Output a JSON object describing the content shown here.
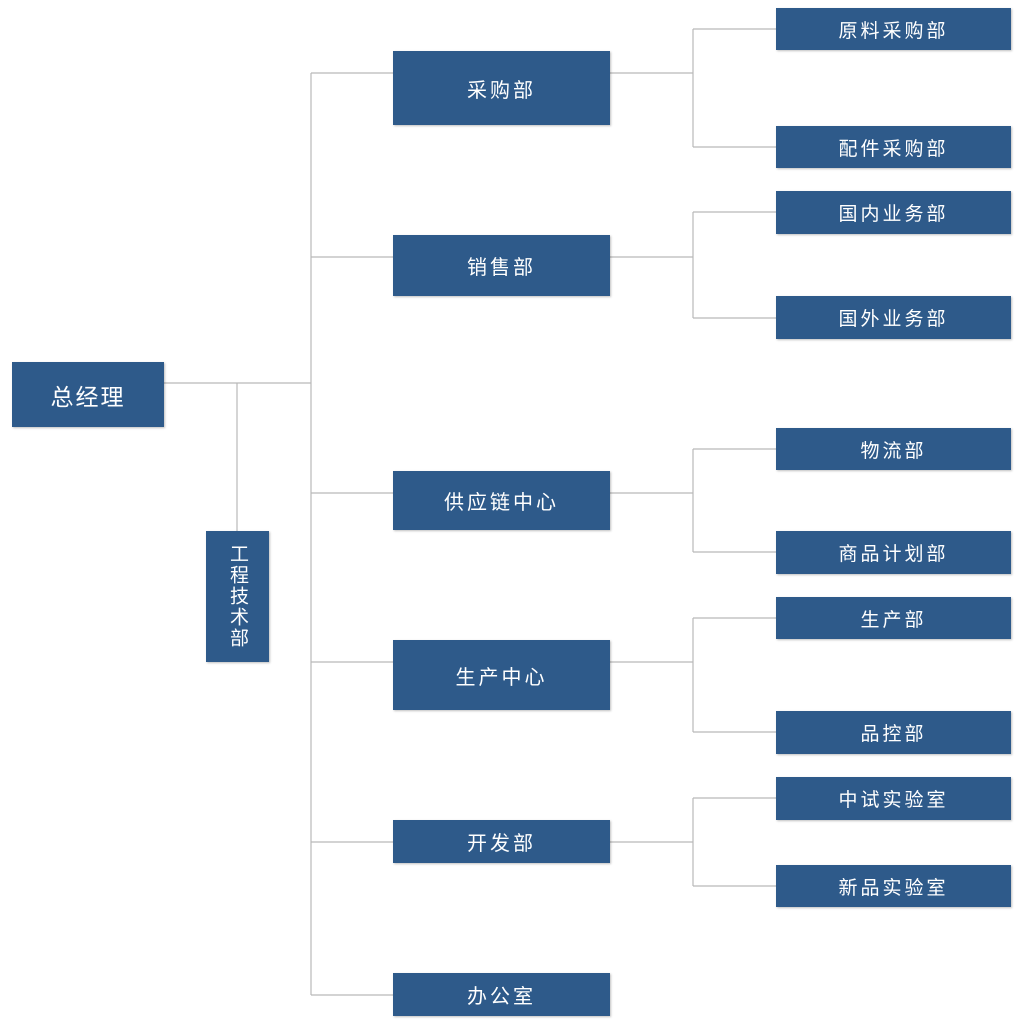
{
  "colors": {
    "node_fill": "#2e5a8a",
    "node_text": "#ffffff",
    "connector": "#b9b9b9",
    "background": "#ffffff"
  },
  "root": {
    "label": "总经理"
  },
  "side_node": {
    "label": "工程技术部"
  },
  "departments": [
    {
      "label": "采购部",
      "children": [
        "原料采购部",
        "配件采购部"
      ]
    },
    {
      "label": "销售部",
      "children": [
        "国内业务部",
        "国外业务部"
      ]
    },
    {
      "label": "供应链中心",
      "children": [
        "物流部",
        "商品计划部"
      ]
    },
    {
      "label": "生产中心",
      "children": [
        "生产部",
        "品控部"
      ]
    },
    {
      "label": "开发部",
      "children": [
        "中试实验室",
        "新品实验室"
      ]
    },
    {
      "label": "办公室",
      "children": []
    }
  ]
}
